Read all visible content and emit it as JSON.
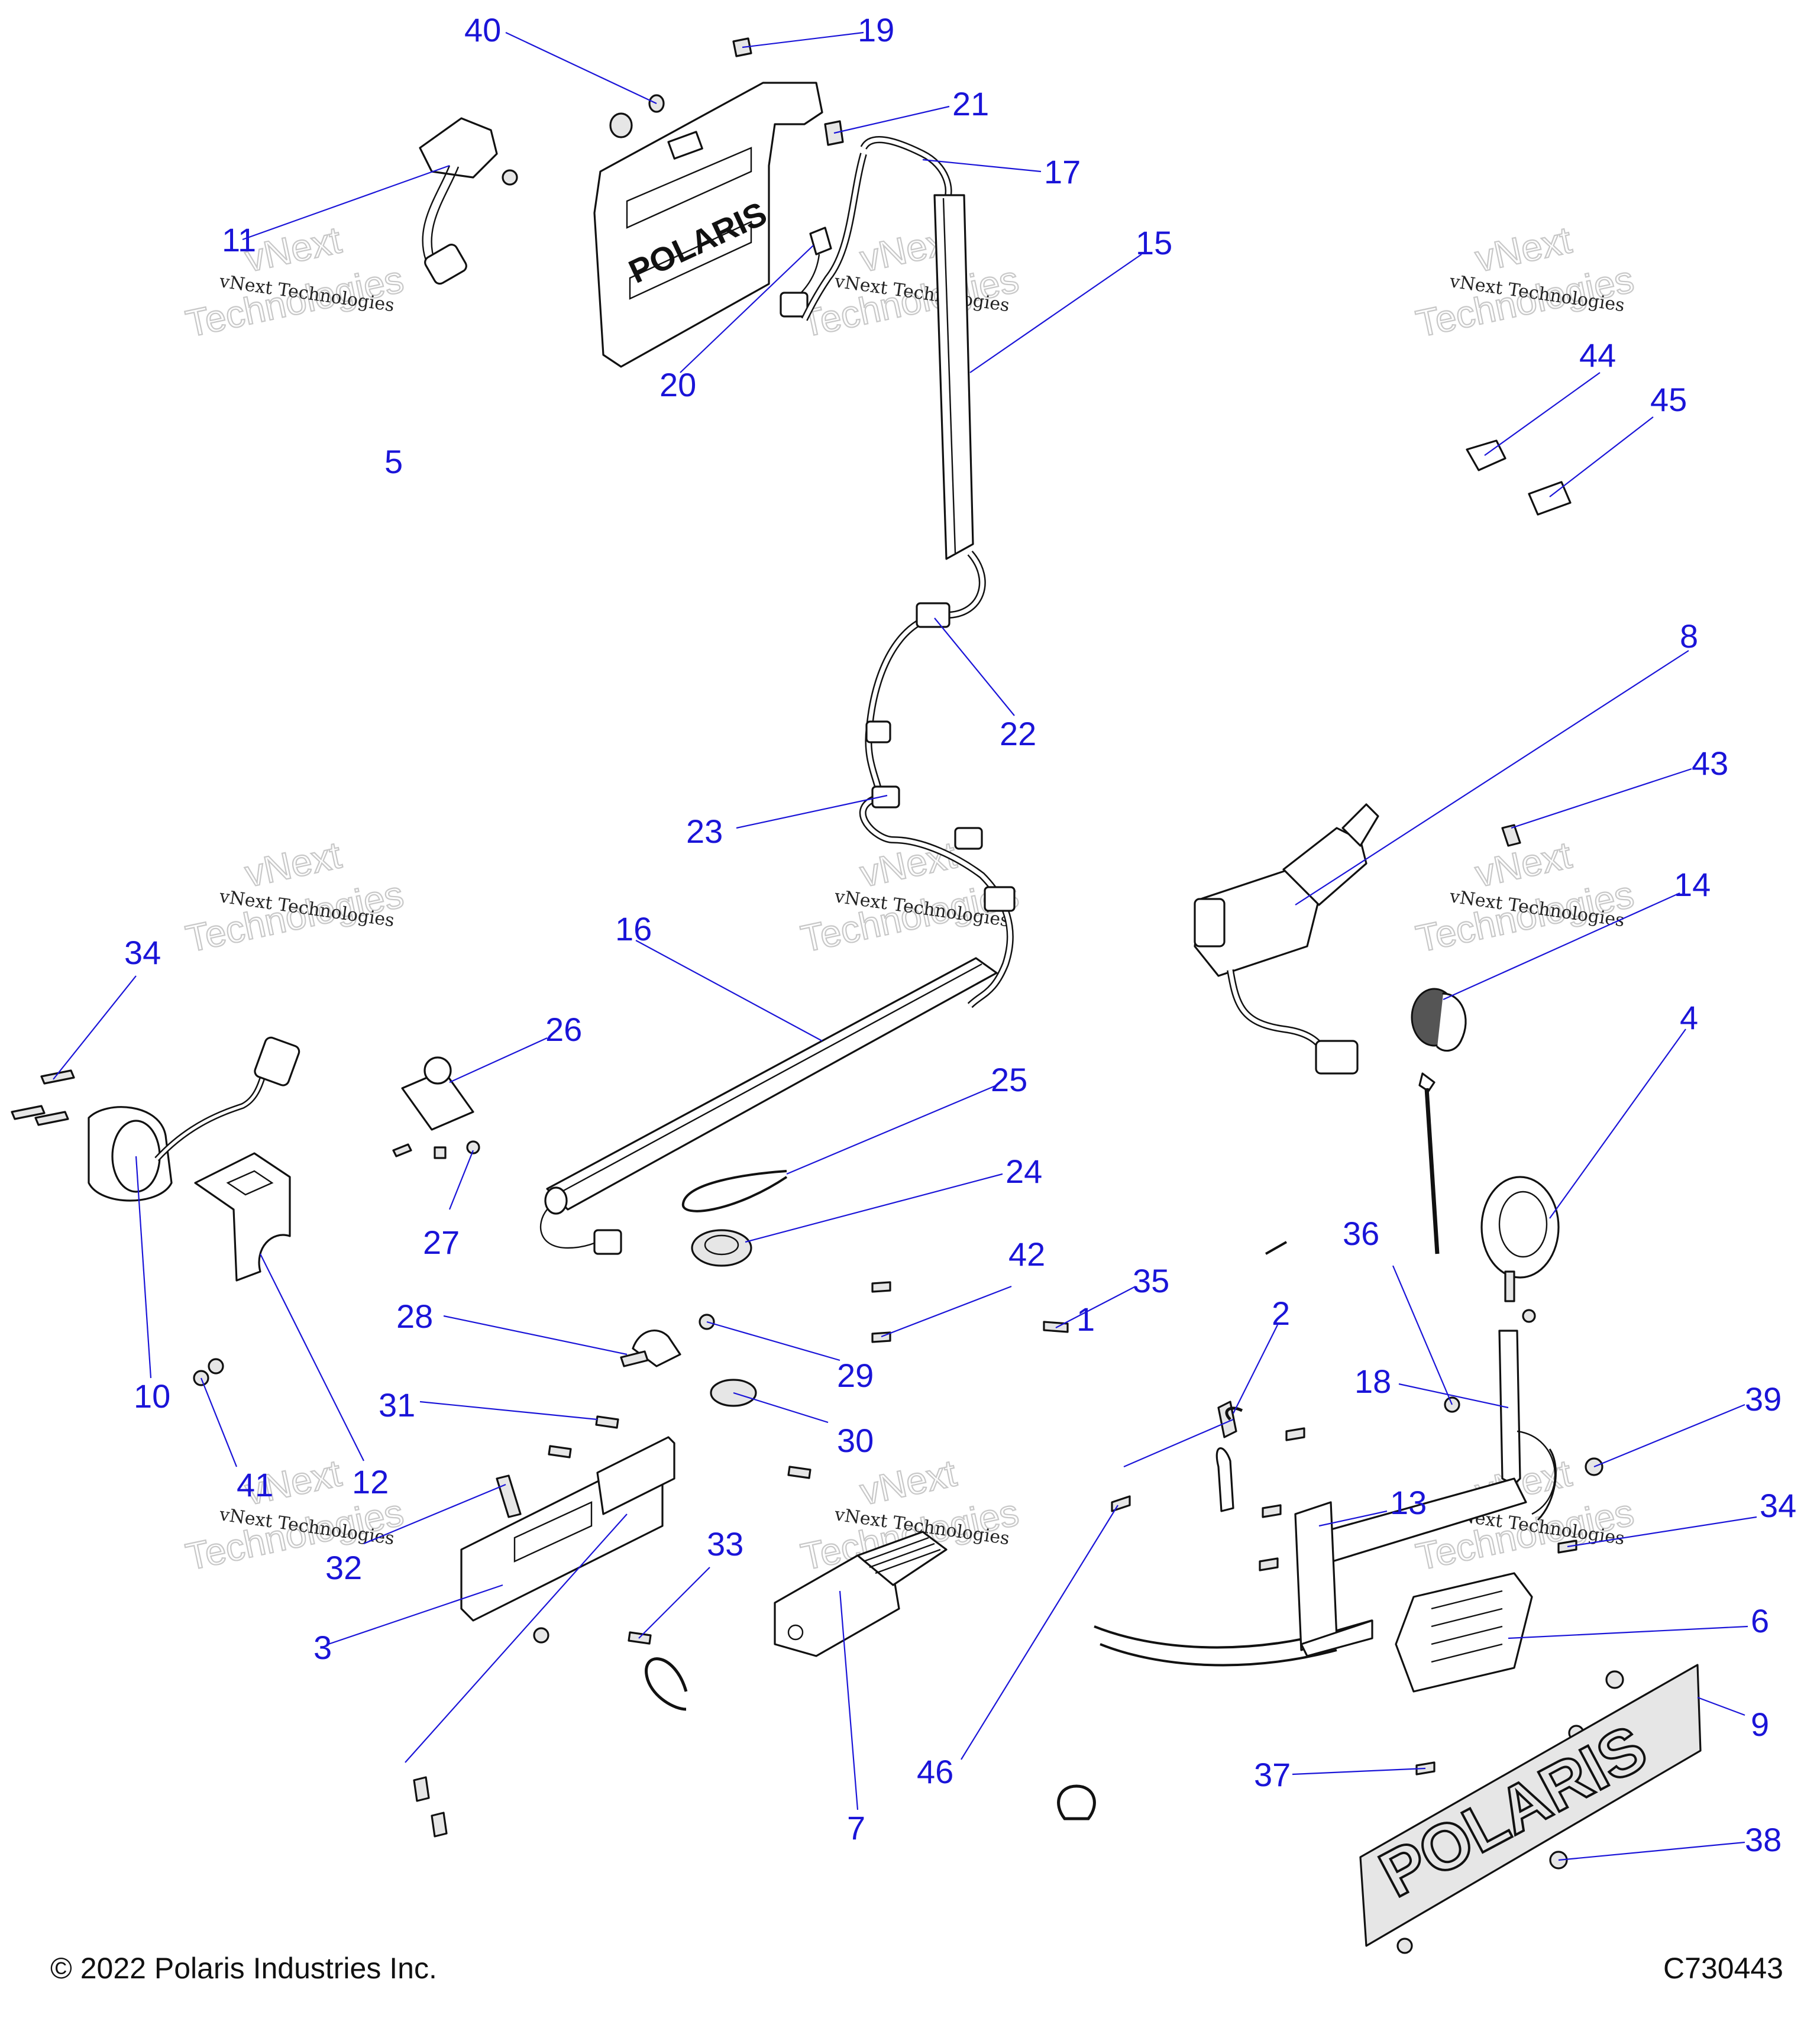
{
  "watermark": {
    "small_text": "vNext Technologies",
    "large_top": "vNext",
    "large_bottom": "Technologies"
  },
  "callouts": [
    "1",
    "2",
    "3",
    "4",
    "5",
    "6",
    "7",
    "8",
    "9",
    "10",
    "11",
    "12",
    "13",
    "14",
    "15",
    "16",
    "17",
    "18",
    "19",
    "20",
    "21",
    "22",
    "23",
    "24",
    "25",
    "26",
    "27",
    "28",
    "29",
    "30",
    "31",
    "32",
    "33",
    "34",
    "35",
    "36",
    "37",
    "38",
    "39",
    "40",
    "41",
    "42",
    "43",
    "44",
    "45",
    "46"
  ],
  "callout_34_second": "34",
  "logo_text": "POLARIS",
  "footer": {
    "copyright": "© 2022 Polaris Industries Inc.",
    "figure_id": "C730443"
  },
  "colors": {
    "callout": "#1a14d8",
    "line_art": "#111111"
  }
}
